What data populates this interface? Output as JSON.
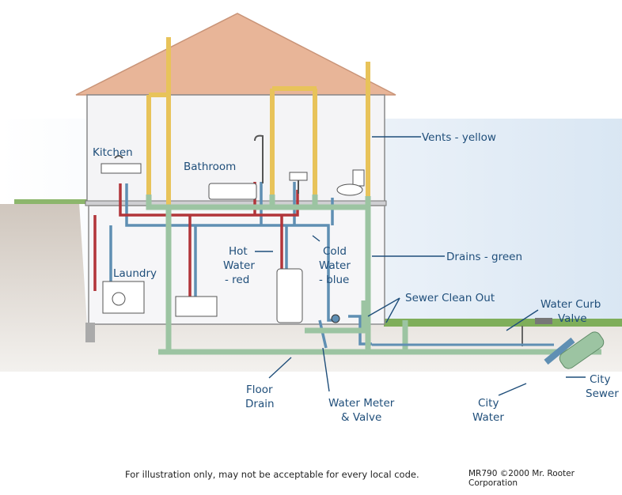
{
  "labels": {
    "kitchen": "Kitchen",
    "bathroom": "Bathroom",
    "laundry": "Laundry",
    "hot_water_1": "Hot",
    "hot_water_2": "Water",
    "hot_water_3": "- red",
    "cold_water_1": "Cold",
    "cold_water_2": "Water",
    "cold_water_3": "- blue",
    "vents": "Vents - yellow",
    "drains": "Drains - green",
    "sewer_clean_out": "Sewer Clean Out",
    "water_curb_valve_1": "Water Curb",
    "water_curb_valve_2": "Valve",
    "city_sewer_1": "City",
    "city_sewer_2": "Sewer",
    "city_water_1": "City",
    "city_water_2": "Water",
    "water_meter_1": "Water Meter",
    "water_meter_2": "& Valve",
    "floor_drain_1": "Floor",
    "floor_drain_2": "Drain"
  },
  "footer": {
    "disclaimer": "For illustration only, may not be acceptable for every local code.",
    "credit": "MR790 ©2000 Mr. Rooter Corporation"
  },
  "colors": {
    "vent": "#e8c35a",
    "drain": "#9cc4a2",
    "hot": "#b2353a",
    "cold": "#5f8fb3",
    "roof": "#e8b598",
    "wall": "#f2f2f4",
    "ground": "#c8c0b8",
    "grass": "#7fae5a",
    "sky": "#d8e6f3"
  }
}
